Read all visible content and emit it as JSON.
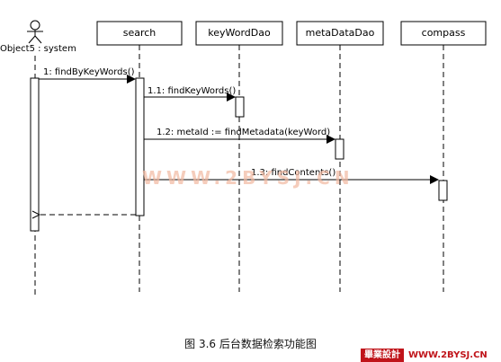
{
  "actor": {
    "label": "Object5 : system"
  },
  "lifelines": [
    {
      "name": "search"
    },
    {
      "name": "keyWordDao"
    },
    {
      "name": "metaDataDao"
    },
    {
      "name": "compass"
    }
  ],
  "messages": [
    {
      "label": "1: findByKeyWords()"
    },
    {
      "label": "1.1: findKeyWords()"
    },
    {
      "label": "1.2: metaId := findMetadata(keyWord)"
    },
    {
      "label": "1.3: findContents()"
    }
  ],
  "watermark": "WWW.2BYSJ.CN",
  "caption": "图 3.6  后台数据检索功能图",
  "footer": {
    "badge": "畢業設計",
    "site": "WWW.2BYSJ.CN"
  }
}
